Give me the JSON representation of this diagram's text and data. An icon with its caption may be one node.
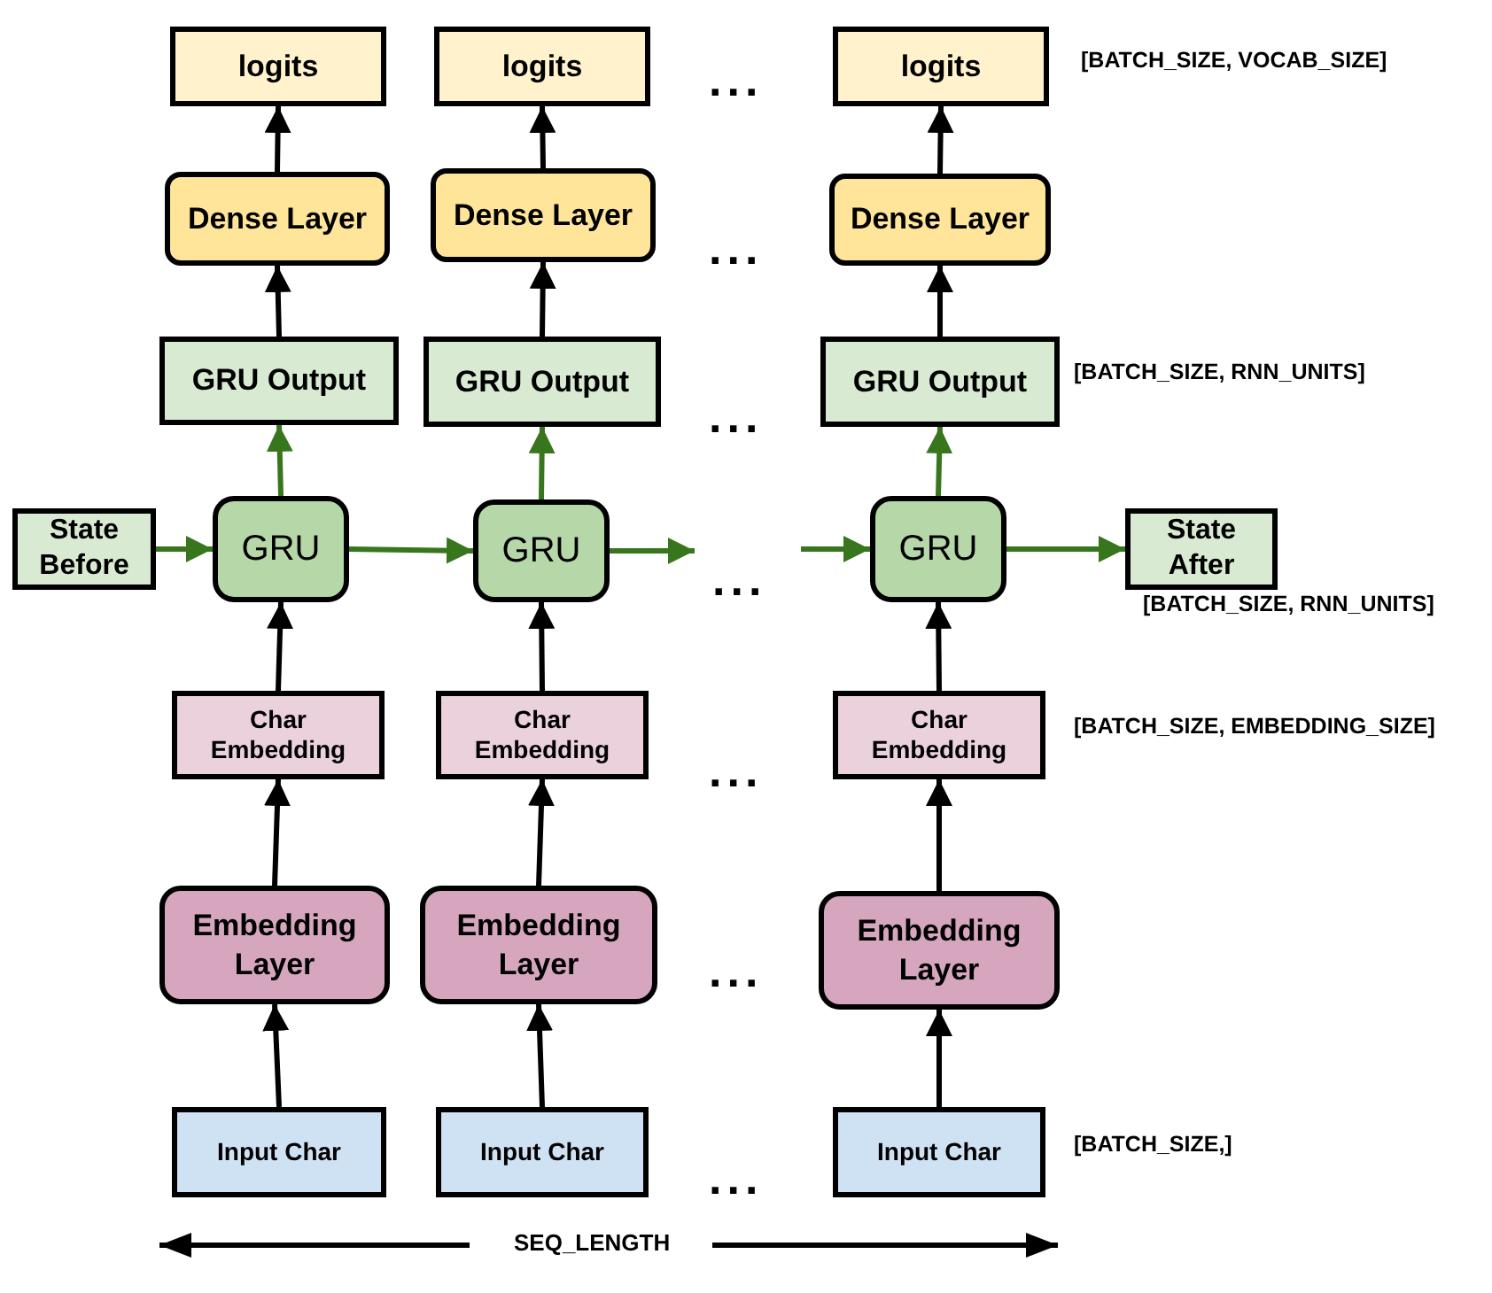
{
  "diagram": {
    "nodes": [
      {
        "text": [
          "logits"
        ]
      },
      {
        "text": [
          "logits"
        ]
      },
      {
        "text": [
          "logits"
        ]
      },
      {
        "text": [
          "Dense Layer"
        ]
      },
      {
        "text": [
          "Dense Layer"
        ]
      },
      {
        "text": [
          "Dense Layer"
        ]
      },
      {
        "text": [
          "GRU Output"
        ]
      },
      {
        "text": [
          "GRU Output"
        ]
      },
      {
        "text": [
          "GRU Output"
        ]
      },
      {
        "text": [
          "State Before"
        ]
      },
      {
        "text": [
          "GRU"
        ]
      },
      {
        "text": [
          "GRU"
        ]
      },
      {
        "text": [
          "GRU"
        ]
      },
      {
        "text": [
          "State After"
        ]
      },
      {
        "text": [
          "Char Embedding"
        ]
      },
      {
        "text": [
          "Char Embedding"
        ]
      },
      {
        "text": [
          "Char Embedding"
        ]
      },
      {
        "text": [
          "Embedding Layer"
        ]
      },
      {
        "text": [
          "Embedding Layer"
        ]
      },
      {
        "text": [
          "Embedding Layer"
        ]
      },
      {
        "text": [
          "Input Char"
        ]
      },
      {
        "text": [
          "Input Char"
        ]
      },
      {
        "text": [
          "Input Char"
        ]
      }
    ],
    "edges": [
      {
        "from": 20,
        "to": 17,
        "arrow": "to"
      },
      {
        "from": 21,
        "to": 18,
        "arrow": "to"
      },
      {
        "from": 22,
        "to": 19,
        "arrow": "to"
      },
      {
        "from": 17,
        "to": 14,
        "arrow": "to"
      },
      {
        "from": 18,
        "to": 15,
        "arrow": "to"
      },
      {
        "from": 19,
        "to": 16,
        "arrow": "to"
      },
      {
        "from": 14,
        "to": 10,
        "arrow": "to"
      },
      {
        "from": 15,
        "to": 11,
        "arrow": "to"
      },
      {
        "from": 16,
        "to": 12,
        "arrow": "to"
      },
      {
        "from": 10,
        "to": 6,
        "arrow": "to",
        "color": "#38761d"
      },
      {
        "from": 11,
        "to": 7,
        "arrow": "to",
        "color": "#38761d"
      },
      {
        "from": 12,
        "to": 8,
        "arrow": "to",
        "color": "#38761d"
      },
      {
        "from": 6,
        "to": 3,
        "arrow": "to"
      },
      {
        "from": 7,
        "to": 4,
        "arrow": "to"
      },
      {
        "from": 8,
        "to": 5,
        "arrow": "to"
      },
      {
        "from": 3,
        "to": 0,
        "arrow": "to"
      },
      {
        "from": 4,
        "to": 1,
        "arrow": "to"
      },
      {
        "from": 5,
        "to": 2,
        "arrow": "to"
      },
      {
        "from": 9,
        "to": 10,
        "arrow": "to",
        "color": "#38761d"
      },
      {
        "from": 10,
        "to": 11,
        "arrow": "to",
        "color": "#38761d"
      },
      {
        "from": 11,
        "to": null,
        "arrow": "to",
        "color": "#38761d"
      },
      {
        "from": null,
        "to": 12,
        "arrow": "to",
        "color": "#38761d"
      },
      {
        "from": 12,
        "to": 13,
        "arrow": "to",
        "color": "#38761d"
      }
    ],
    "labels": [
      "...",
      "[BATCH_SIZE, VOCAB_SIZE]",
      "...",
      "...",
      "[BATCH_SIZE, RNN_UNITS]",
      "...",
      "[BATCH_SIZE, RNN_UNITS]",
      "...",
      "[BATCH_SIZE, EMBEDDING_SIZE]",
      "...",
      "...",
      "[BATCH_SIZE,]",
      "SEQ_LENGTH"
    ]
  }
}
